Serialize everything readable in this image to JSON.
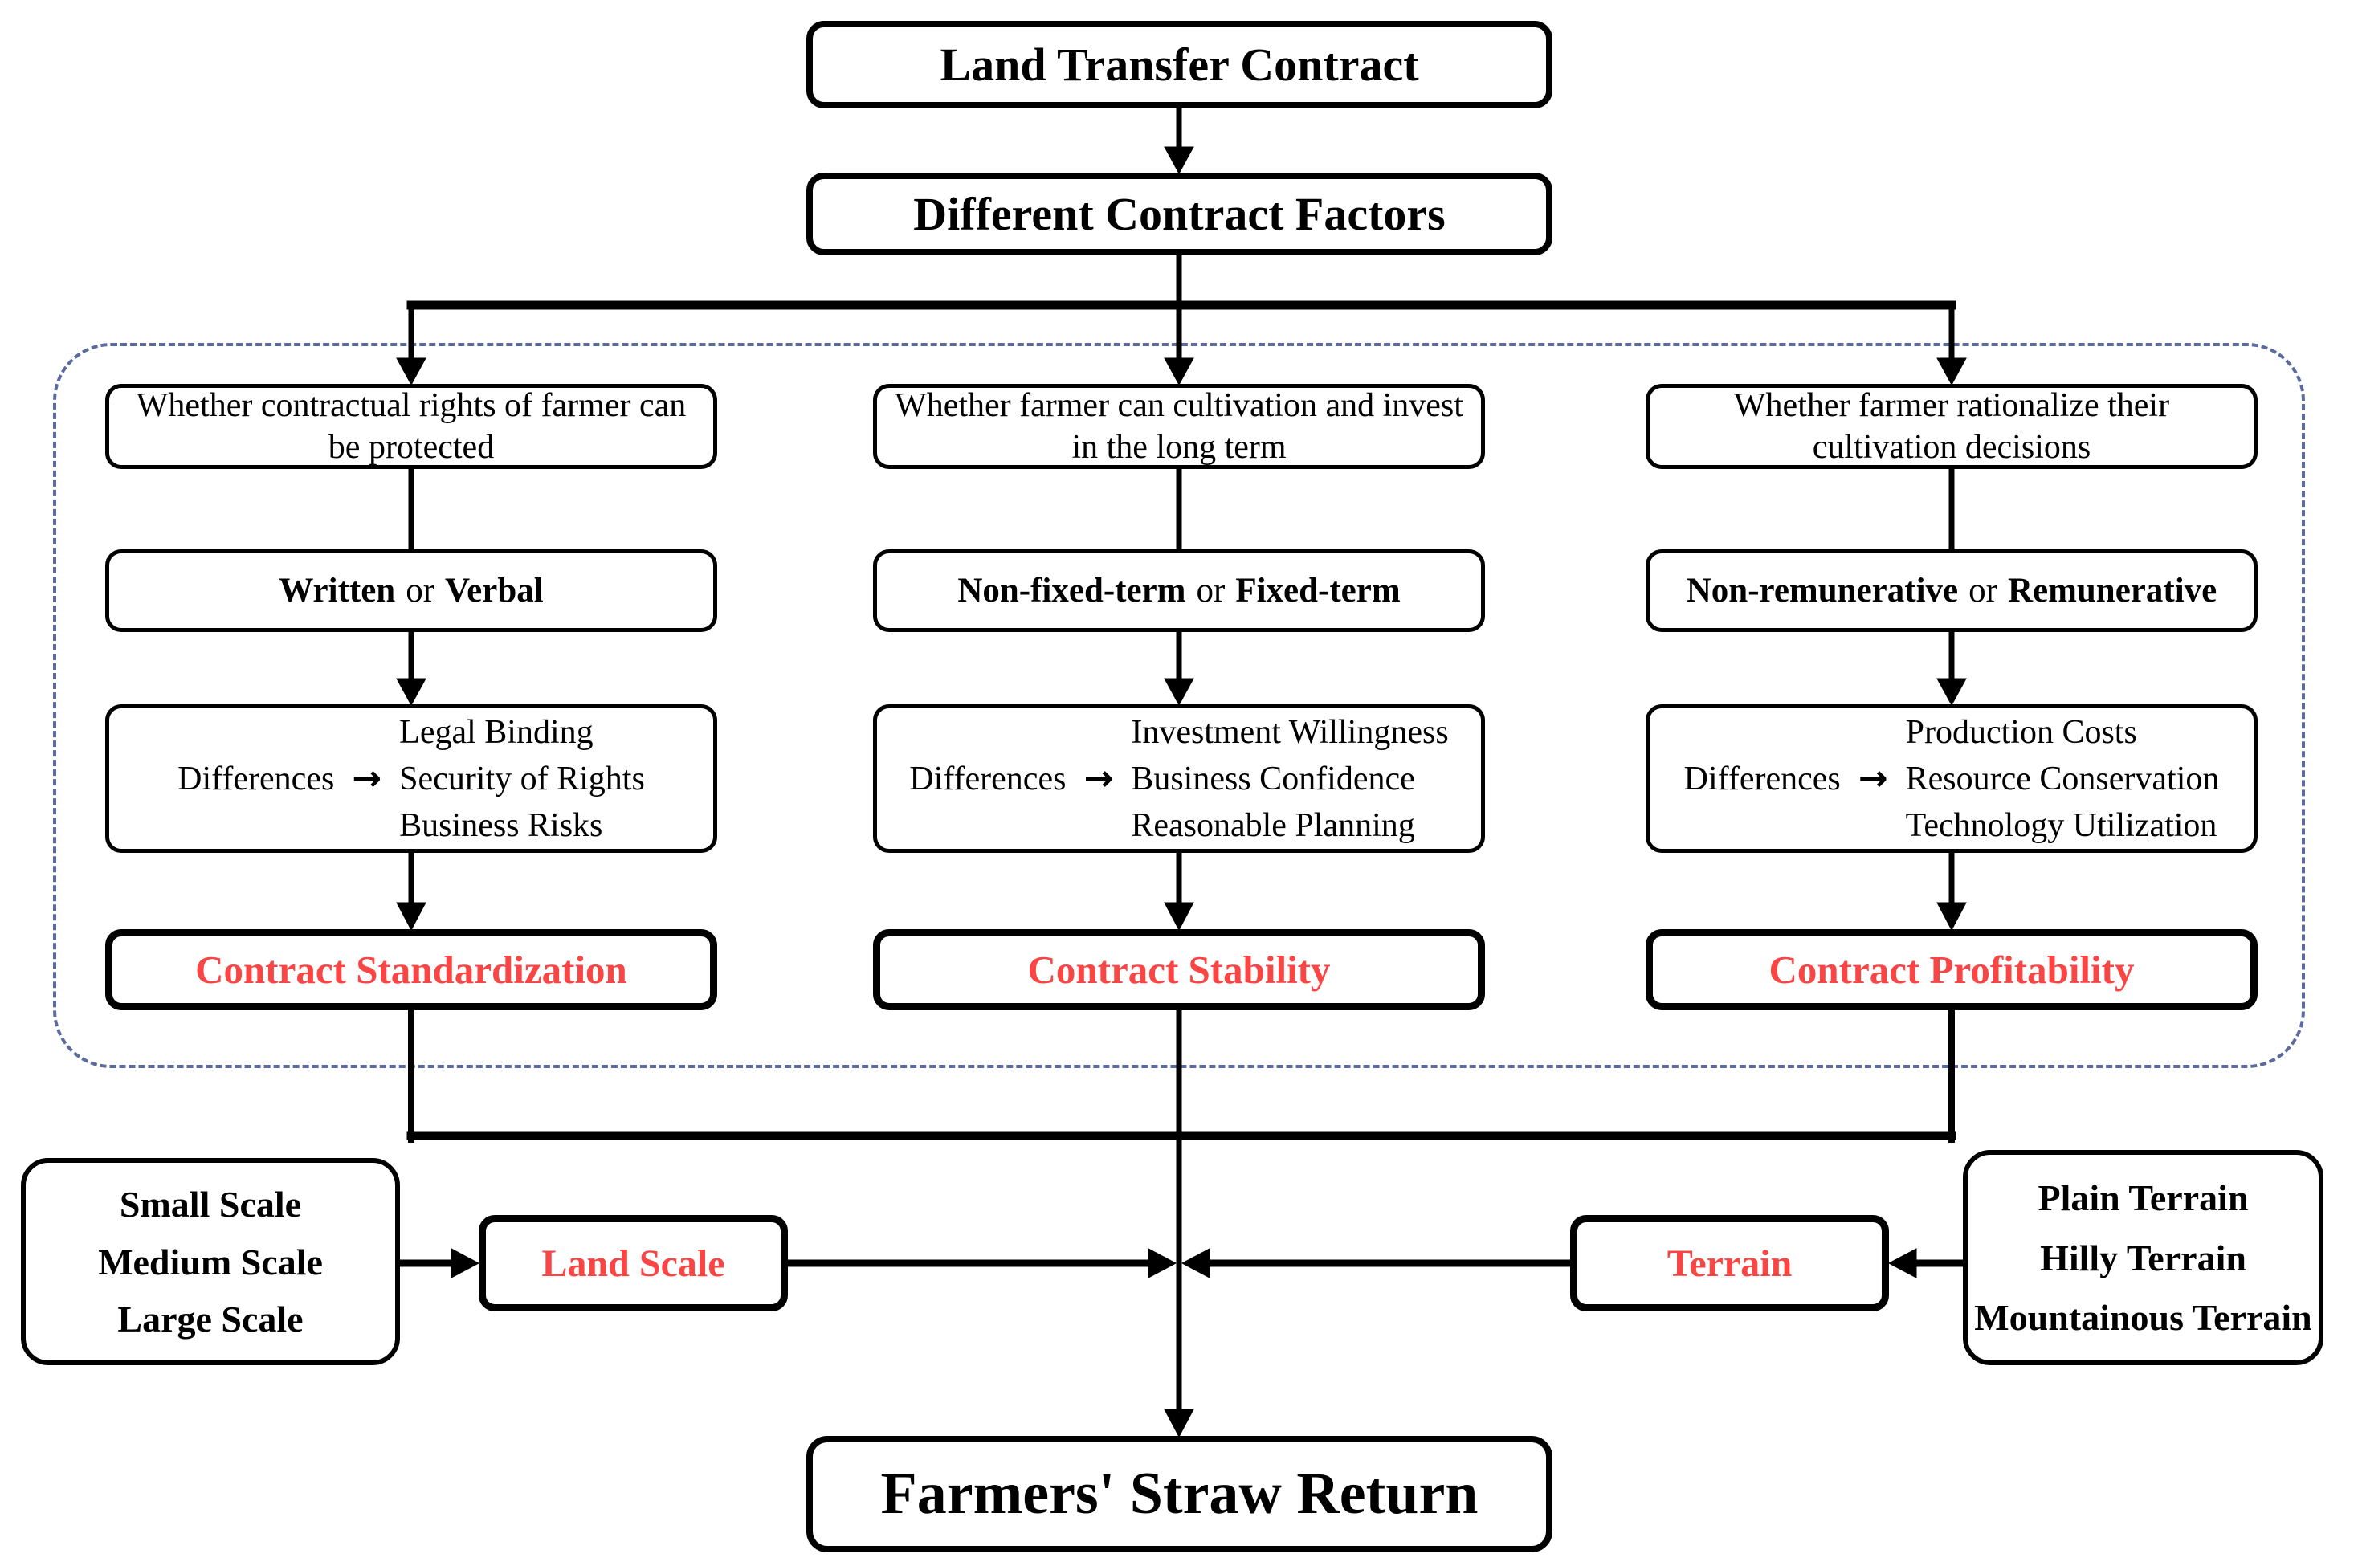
{
  "title": "Land Transfer Contract",
  "subtitle": "Different Contract Factors",
  "columns": [
    {
      "question": "Whether contractual rights of farmer can be protected",
      "contract_type": {
        "bold1": "Written",
        "or": "or",
        "bold2": "Verbal"
      },
      "differences_label": "Differences",
      "differences": [
        "Legal Binding",
        "Security of Rights",
        "Business Risks"
      ],
      "outcome": "Contract Standardization"
    },
    {
      "question": "Whether farmer can cultivation and invest in the long term",
      "contract_type": {
        "bold1": "Non-fixed-term",
        "or": "or",
        "bold2": "Fixed-term"
      },
      "differences_label": "Differences",
      "differences": [
        "Investment Willingness",
        "Business Confidence",
        "Reasonable Planning"
      ],
      "outcome": "Contract Stability"
    },
    {
      "question": "Whether farmer rationalize their cultivation decisions",
      "contract_type": {
        "bold1": "Non-remunerative",
        "or": "or",
        "bold2": "Remunerative"
      },
      "differences_label": "Differences",
      "differences": [
        "Production Costs",
        "Resource Conservation",
        "Technology Utilization"
      ],
      "outcome": "Contract Profitability"
    }
  ],
  "moderators": {
    "left": {
      "items": [
        "Small Scale",
        "Medium Scale",
        "Large Scale"
      ],
      "label": "Land Scale"
    },
    "right": {
      "items": [
        "Plain Terrain",
        "Hilly Terrain",
        "Mountainous Terrain"
      ],
      "label": "Terrain"
    }
  },
  "final_outcome": "Farmers' Straw Return",
  "icons": {
    "differences_arrow": "→"
  },
  "colors": {
    "accent-red": "#fa4545",
    "dash-color": "#5c6b9e",
    "line-black": "#000000"
  }
}
